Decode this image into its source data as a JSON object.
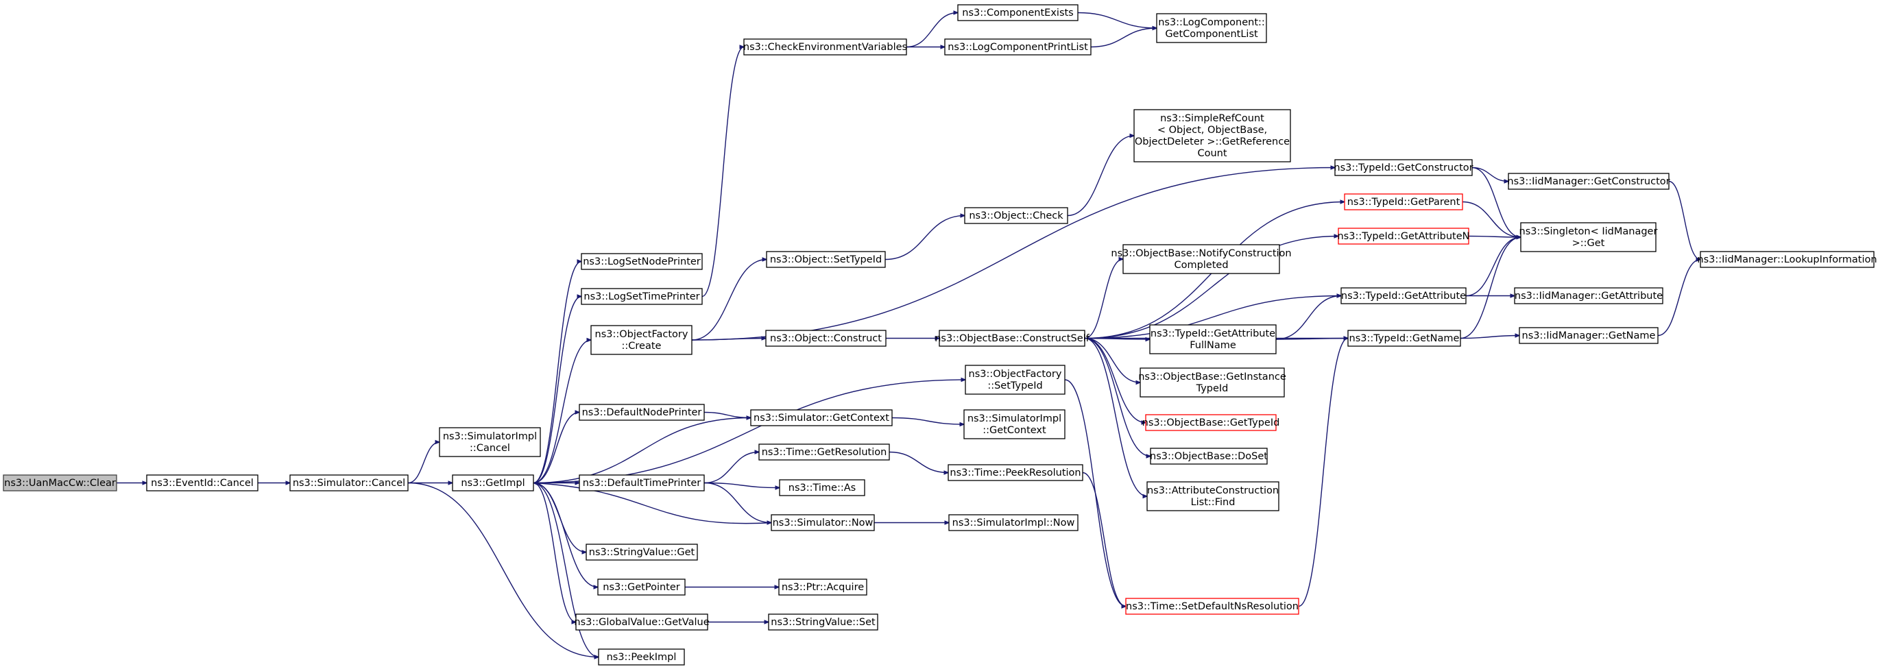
{
  "diagram": {
    "title": "",
    "nodes": [
      {
        "id": "clear",
        "lines": [
          "ns3::UanMacCw::Clear"
        ],
        "style": "root"
      },
      {
        "id": "eventid_cancel",
        "lines": [
          "ns3::EventId::Cancel"
        ]
      },
      {
        "id": "sim_cancel",
        "lines": [
          "ns3::Simulator::Cancel"
        ]
      },
      {
        "id": "simimpl_cancel",
        "lines": [
          "ns3::SimulatorImpl",
          "::Cancel"
        ]
      },
      {
        "id": "getimpl",
        "lines": [
          "ns3::GetImpl"
        ]
      },
      {
        "id": "lognodeprinter",
        "lines": [
          "ns3::LogSetNodePrinter"
        ]
      },
      {
        "id": "logtimeprinter",
        "lines": [
          "ns3::LogSetTimePrinter"
        ]
      },
      {
        "id": "objfactory_create",
        "lines": [
          "ns3::ObjectFactory",
          "::Create"
        ]
      },
      {
        "id": "defaultnodeprinter",
        "lines": [
          "ns3::DefaultNodePrinter"
        ]
      },
      {
        "id": "defaulttimeprinter",
        "lines": [
          "ns3::DefaultTimePrinter"
        ]
      },
      {
        "id": "stringvalue_get",
        "lines": [
          "ns3::StringValue::Get"
        ]
      },
      {
        "id": "getpointer",
        "lines": [
          "ns3::GetPointer"
        ]
      },
      {
        "id": "globalvalue_getvalue",
        "lines": [
          "ns3::GlobalValue::GetValue"
        ]
      },
      {
        "id": "peekimpl",
        "lines": [
          "ns3::PeekImpl"
        ]
      },
      {
        "id": "checkenv",
        "lines": [
          "ns3::CheckEnvironmentVariables"
        ]
      },
      {
        "id": "componentexists",
        "lines": [
          "ns3::ComponentExists"
        ]
      },
      {
        "id": "logcomponentprintlist",
        "lines": [
          "ns3::LogComponentPrintList"
        ]
      },
      {
        "id": "logcomponent_getlist",
        "lines": [
          "ns3::LogComponent::",
          "GetComponentList"
        ]
      },
      {
        "id": "object_settypeid",
        "lines": [
          "ns3::Object::SetTypeId"
        ]
      },
      {
        "id": "object_construct",
        "lines": [
          "ns3::Object::Construct"
        ]
      },
      {
        "id": "objfactory_settypeid",
        "lines": [
          "ns3::ObjectFactory",
          "::SetTypeId"
        ]
      },
      {
        "id": "sim_getcontext",
        "lines": [
          "ns3::Simulator::GetContext"
        ]
      },
      {
        "id": "simimpl_getcontext",
        "lines": [
          "ns3::SimulatorImpl",
          "::GetContext"
        ]
      },
      {
        "id": "time_getresolution",
        "lines": [
          "ns3::Time::GetResolution"
        ]
      },
      {
        "id": "time_as",
        "lines": [
          "ns3::Time::As"
        ]
      },
      {
        "id": "sim_now",
        "lines": [
          "ns3::Simulator::Now"
        ]
      },
      {
        "id": "simimpl_now",
        "lines": [
          "ns3::SimulatorImpl::Now"
        ]
      },
      {
        "id": "ptr_acquire",
        "lines": [
          "ns3::Ptr::Acquire"
        ]
      },
      {
        "id": "stringvalue_set",
        "lines": [
          "ns3::StringValue::Set"
        ]
      },
      {
        "id": "object_check",
        "lines": [
          "ns3::Object::Check"
        ]
      },
      {
        "id": "simplerefcount",
        "lines": [
          "ns3::SimpleRefCount",
          "< Object, ObjectBase,",
          "ObjectDeleter >::GetReference",
          "Count"
        ]
      },
      {
        "id": "objbase_constructself",
        "lines": [
          "ns3::ObjectBase::ConstructSelf"
        ]
      },
      {
        "id": "time_peekresolution",
        "lines": [
          "ns3::Time::PeekResolution"
        ]
      },
      {
        "id": "time_setdefaultns",
        "lines": [
          "ns3::Time::SetDefaultNsResolution"
        ],
        "style": "red"
      },
      {
        "id": "objbase_notify",
        "lines": [
          "ns3::ObjectBase::NotifyConstruction",
          "Completed"
        ]
      },
      {
        "id": "typeid_getattrfullname",
        "lines": [
          "ns3::TypeId::GetAttribute",
          "FullName"
        ]
      },
      {
        "id": "objbase_getinstancetypeid",
        "lines": [
          "ns3::ObjectBase::GetInstance",
          "TypeId"
        ]
      },
      {
        "id": "objbase_gettypeid",
        "lines": [
          "ns3::ObjectBase::GetTypeId"
        ],
        "style": "red"
      },
      {
        "id": "objbase_doset",
        "lines": [
          "ns3::ObjectBase::DoSet"
        ]
      },
      {
        "id": "attrconstructionlist_find",
        "lines": [
          "ns3::AttributeConstruction",
          "List::Find"
        ]
      },
      {
        "id": "typeid_getconstructor",
        "lines": [
          "ns3::TypeId::GetConstructor"
        ]
      },
      {
        "id": "typeid_getparent",
        "lines": [
          "ns3::TypeId::GetParent"
        ],
        "style": "red"
      },
      {
        "id": "typeid_getattributen",
        "lines": [
          "ns3::TypeId::GetAttributeN"
        ],
        "style": "red"
      },
      {
        "id": "typeid_getattribute",
        "lines": [
          "ns3::TypeId::GetAttribute"
        ]
      },
      {
        "id": "typeid_getname",
        "lines": [
          "ns3::TypeId::GetName"
        ]
      },
      {
        "id": "iidmanager_getconstructor",
        "lines": [
          "ns3::IidManager::GetConstructor"
        ]
      },
      {
        "id": "singleton_get",
        "lines": [
          "ns3::Singleton< IidManager",
          ">::Get"
        ]
      },
      {
        "id": "iidmanager_getattribute",
        "lines": [
          "ns3::IidManager::GetAttribute"
        ]
      },
      {
        "id": "iidmanager_getname",
        "lines": [
          "ns3::IidManager::GetName"
        ]
      },
      {
        "id": "iidmanager_lookupinfo",
        "lines": [
          "ns3::IidManager::LookupInformation"
        ]
      }
    ],
    "edges": [
      [
        "clear",
        "eventid_cancel"
      ],
      [
        "eventid_cancel",
        "sim_cancel"
      ],
      [
        "sim_cancel",
        "simimpl_cancel"
      ],
      [
        "sim_cancel",
        "getimpl"
      ],
      [
        "sim_cancel",
        "peekimpl"
      ],
      [
        "getimpl",
        "lognodeprinter"
      ],
      [
        "getimpl",
        "logtimeprinter"
      ],
      [
        "getimpl",
        "objfactory_create"
      ],
      [
        "getimpl",
        "objfactory_settypeid"
      ],
      [
        "getimpl",
        "defaultnodeprinter"
      ],
      [
        "getimpl",
        "sim_getcontext"
      ],
      [
        "getimpl",
        "defaulttimeprinter"
      ],
      [
        "getimpl",
        "stringvalue_get"
      ],
      [
        "getimpl",
        "getpointer"
      ],
      [
        "getimpl",
        "globalvalue_getvalue"
      ],
      [
        "getimpl",
        "peekimpl"
      ],
      [
        "logtimeprinter",
        "checkenv"
      ],
      [
        "checkenv",
        "componentexists"
      ],
      [
        "checkenv",
        "logcomponentprintlist"
      ],
      [
        "componentexists",
        "logcomponent_getlist"
      ],
      [
        "logcomponentprintlist",
        "logcomponent_getlist"
      ],
      [
        "objfactory_create",
        "typeid_getconstructor"
      ],
      [
        "objfactory_create",
        "object_settypeid"
      ],
      [
        "objfactory_create",
        "object_construct"
      ],
      [
        "object_settypeid",
        "object_check"
      ],
      [
        "object_check",
        "simplerefcount"
      ],
      [
        "object_construct",
        "objbase_constructself"
      ],
      [
        "objfactory_settypeid",
        "time_setdefaultns"
      ],
      [
        "defaultnodeprinter",
        "sim_getcontext"
      ],
      [
        "sim_getcontext",
        "simimpl_getcontext"
      ],
      [
        "defaulttimeprinter",
        "time_getresolution"
      ],
      [
        "defaulttimeprinter",
        "time_as"
      ],
      [
        "defaulttimeprinter",
        "sim_now"
      ],
      [
        "time_getresolution",
        "time_peekresolution"
      ],
      [
        "sim_now",
        "simimpl_now"
      ],
      [
        "sim_now",
        "getimpl"
      ],
      [
        "getpointer",
        "ptr_acquire"
      ],
      [
        "globalvalue_getvalue",
        "stringvalue_set"
      ],
      [
        "time_peekresolution",
        "time_setdefaultns"
      ],
      [
        "objbase_constructself",
        "typeid_getparent"
      ],
      [
        "objbase_constructself",
        "typeid_getattributen"
      ],
      [
        "objbase_constructself",
        "objbase_notify"
      ],
      [
        "objbase_constructself",
        "typeid_getattribute"
      ],
      [
        "objbase_constructself",
        "typeid_getattrfullname"
      ],
      [
        "objbase_constructself",
        "objbase_getinstancetypeid"
      ],
      [
        "objbase_constructself",
        "objbase_gettypeid"
      ],
      [
        "objbase_constructself",
        "objbase_doset"
      ],
      [
        "objbase_constructself",
        "attrconstructionlist_find"
      ],
      [
        "objbase_constructself",
        "typeid_getname"
      ],
      [
        "typeid_getattrfullname",
        "typeid_getattribute"
      ],
      [
        "typeid_getattrfullname",
        "typeid_getname"
      ],
      [
        "time_setdefaultns",
        "typeid_getname"
      ],
      [
        "typeid_getconstructor",
        "iidmanager_getconstructor"
      ],
      [
        "typeid_getconstructor",
        "singleton_get"
      ],
      [
        "typeid_getparent",
        "singleton_get"
      ],
      [
        "typeid_getattributen",
        "singleton_get"
      ],
      [
        "typeid_getattribute",
        "singleton_get"
      ],
      [
        "typeid_getattribute",
        "iidmanager_getattribute"
      ],
      [
        "typeid_getname",
        "singleton_get"
      ],
      [
        "typeid_getname",
        "iidmanager_getname"
      ],
      [
        "iidmanager_getconstructor",
        "iidmanager_lookupinfo"
      ],
      [
        "iidmanager_getname",
        "iidmanager_lookupinfo"
      ]
    ]
  }
}
